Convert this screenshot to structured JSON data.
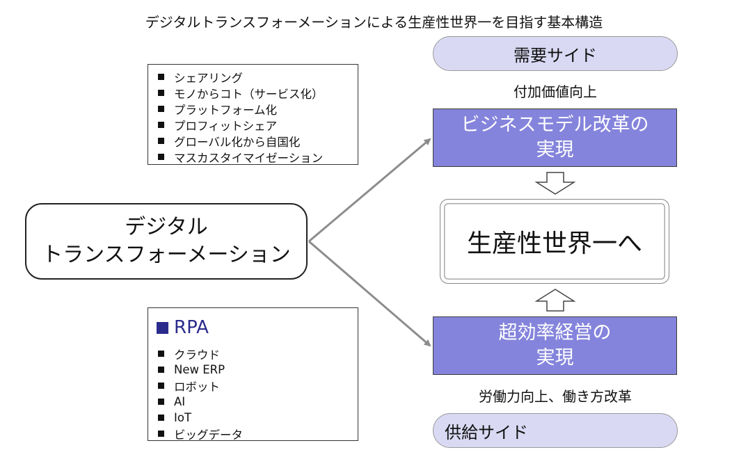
{
  "title": "デジタルトランスフォーメーションによる生産性世界一を目指す基本構造",
  "demand_side": "需要サイド",
  "supply_side": "供給サイド",
  "value_add": "付加価値向上",
  "labor_caption": "労働力向上、働き方改革",
  "business_model": {
    "line1": "ビジネスモデル改革の",
    "line2": "実現"
  },
  "efficiency": {
    "line1": "超効率経営の",
    "line2": "実現"
  },
  "goal": "生産性世界一へ",
  "dx": {
    "line1": "デジタル",
    "line2": "トランスフォーメーション"
  },
  "top_list": [
    "シェアリング",
    "モノからコト（サービス化）",
    "プラットフォーム化",
    "プロフィットシェア",
    "グローバル化から自国化",
    "マスカスタイマイゼーション"
  ],
  "bottom_list": {
    "heading": "RPA",
    "items": [
      "クラウド",
      "New ERP",
      "ロボット",
      "AI",
      "IoT",
      "ビッグデータ"
    ]
  },
  "colors": {
    "pill_fill": "#d9d9f3",
    "box_fill": "#8484dc",
    "rpa_text": "#2b2b8c",
    "arrow": "#8c8c8c"
  }
}
